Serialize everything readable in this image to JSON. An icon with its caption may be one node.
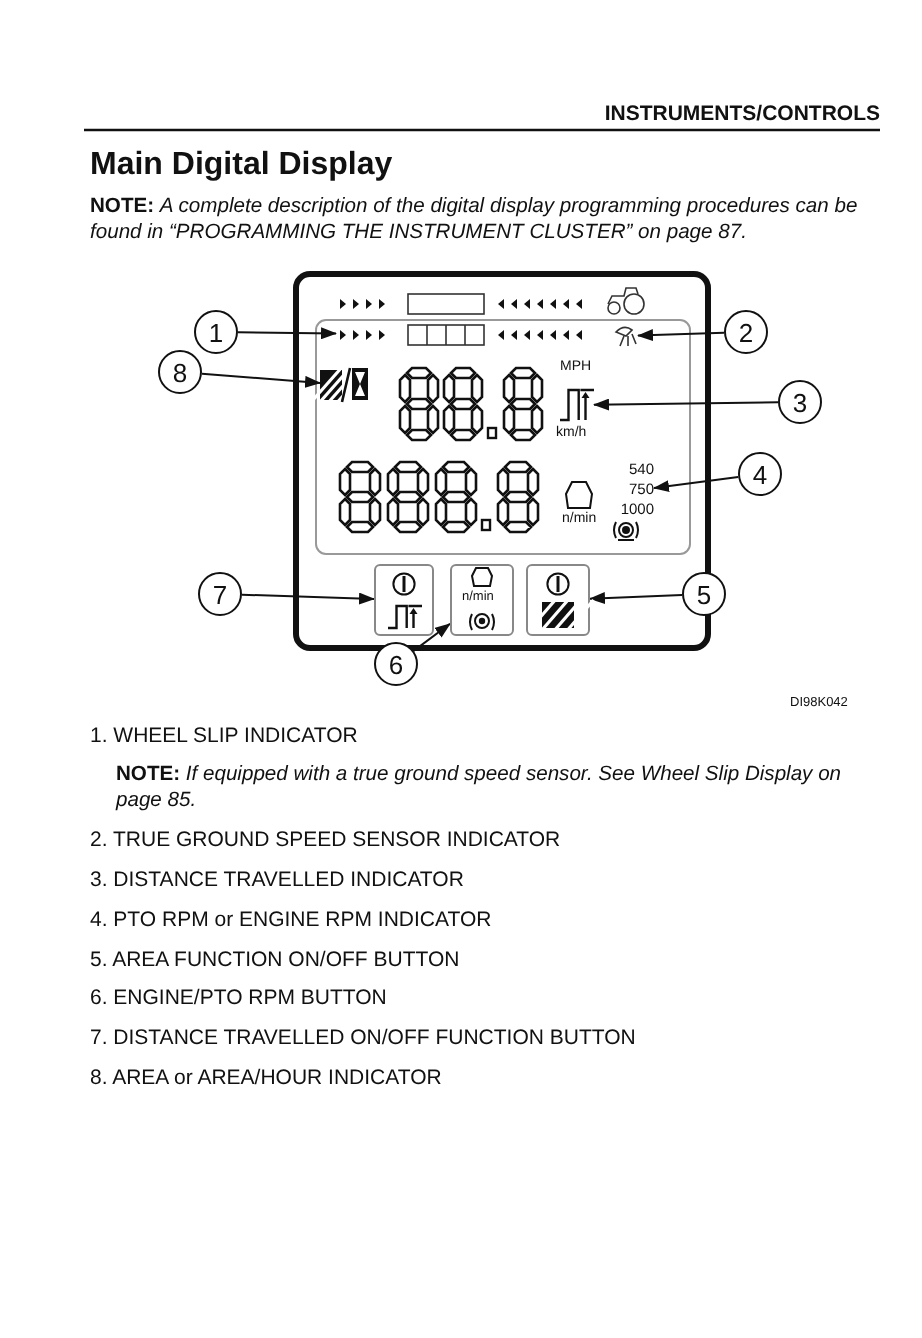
{
  "diagram": {
    "title": "Main Digital Display",
    "nodes": [
      {
        "text": [
          "1"
        ]
      },
      {
        "text": [
          "2"
        ]
      },
      {
        "text": [
          "3"
        ]
      },
      {
        "text": [
          "4"
        ]
      },
      {
        "text": [
          "5"
        ]
      },
      {
        "text": [
          "6"
        ]
      },
      {
        "text": [
          "7"
        ]
      },
      {
        "text": [
          "8"
        ]
      },
      {
        "text": [],
        "shape": "bar"
      },
      {
        "text": [],
        "shape": "picture"
      },
      {
        "text": [],
        "shape": "picture"
      },
      {
        "text": [
          "540",
          "750",
          "1000"
        ]
      },
      {
        "text": [],
        "shape": "box"
      },
      {
        "text": [
          "n/min"
        ]
      },
      {
        "text": [],
        "shape": "box"
      },
      {
        "text": [],
        "shape": "picture"
      }
    ],
    "edges": [
      {
        "from": 0,
        "to": 8,
        "arrow": "to"
      },
      {
        "from": 1,
        "to": 9,
        "arrow": "to"
      },
      {
        "from": 2,
        "to": 10,
        "arrow": "to"
      },
      {
        "from": 3,
        "to": 11,
        "arrow": "to"
      },
      {
        "from": 4,
        "to": 14,
        "arrow": "to"
      },
      {
        "from": 5,
        "to": 13,
        "arrow": "to"
      },
      {
        "from": 6,
        "to": 12,
        "arrow": "to"
      },
      {
        "from": 7,
        "to": 15,
        "arrow": "to"
      }
    ],
    "labels": [
      "INSTRUMENTS/CONTROLS",
      "**NOTE:** *A complete description of the digital display programming procedures can be found in “PROGRAMMING THE INSTRUMENT CLUSTER” on page 87.*",
      "MPH",
      "km/h",
      "n/min",
      "DI98K042",
      "1. WHEEL SLIP INDICATOR",
      "**NOTE:** *If equipped with a true ground speed sensor. See Wheel Slip Display on page 85.*",
      "2. TRUE GROUND SPEED SENSOR INDICATOR",
      "3. DISTANCE TRAVELLED INDICATOR",
      "4. PTO RPM or ENGINE RPM INDICATOR",
      "5. AREA FUNCTION ON/OFF BUTTON",
      "6. ENGINE/PTO RPM BUTTON",
      "7. DISTANCE TRAVELLED ON/OFF FUNCTION BUTTON",
      "8. AREA or AREA/HOUR INDICATOR"
    ]
  }
}
